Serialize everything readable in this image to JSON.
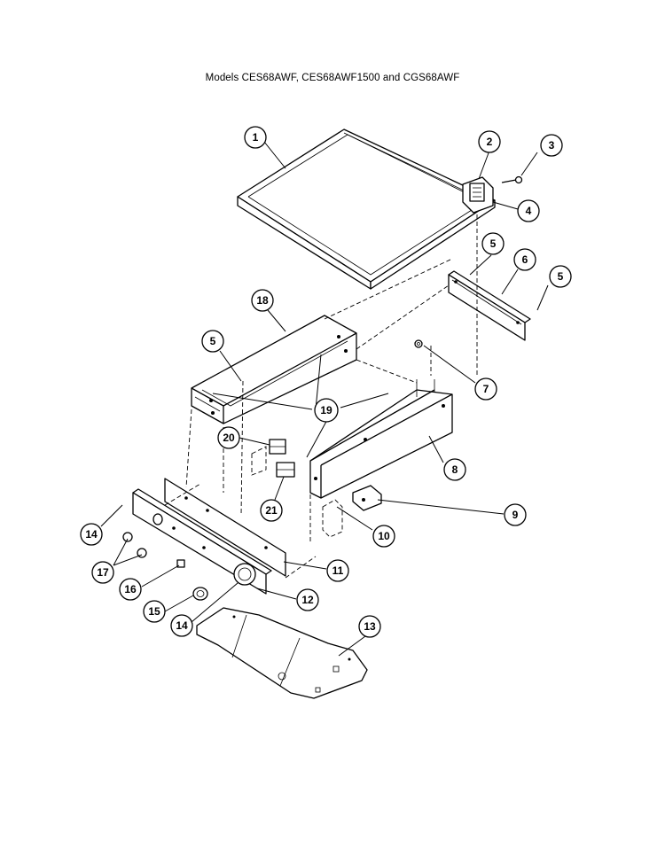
{
  "title": "Models CES68AWF, CES68AWF1500 and CGS68AWF",
  "callouts": [
    "1",
    "2",
    "3",
    "4",
    "5",
    "6",
    "5",
    "18",
    "5",
    "7",
    "19",
    "20",
    "8",
    "21",
    "9",
    "10",
    "14",
    "11",
    "17",
    "16",
    "12",
    "15",
    "14",
    "13"
  ]
}
